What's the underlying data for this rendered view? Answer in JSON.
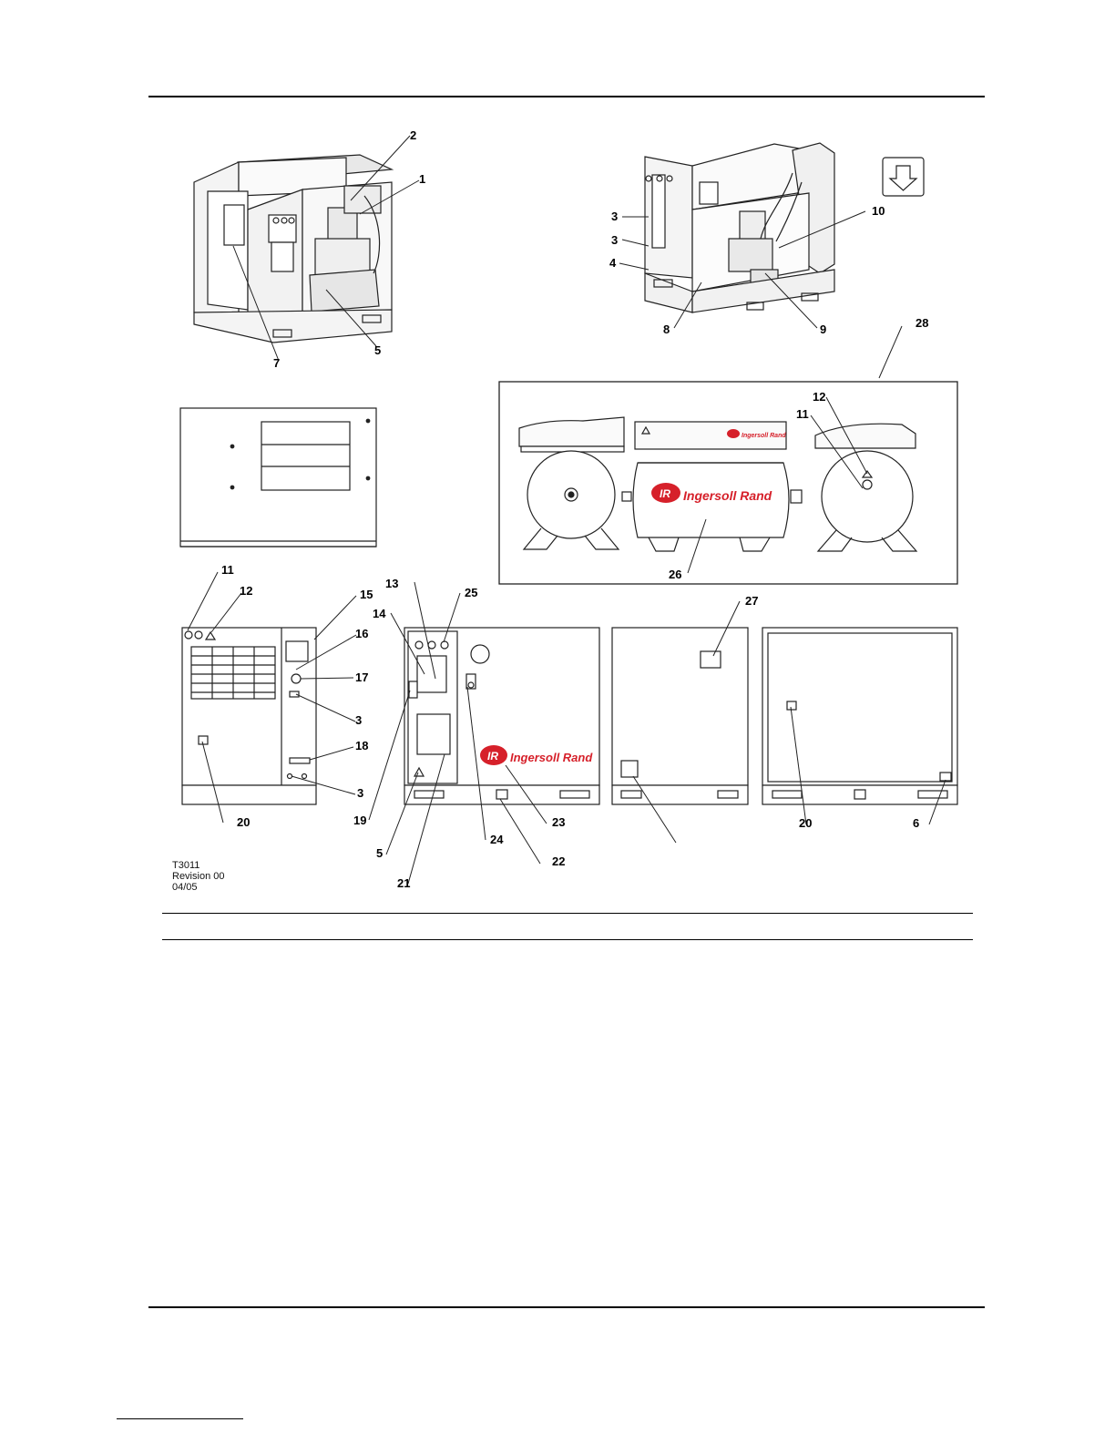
{
  "figure": {
    "callouts": [
      "1",
      "2",
      "3",
      "3",
      "4",
      "5",
      "7",
      "8",
      "9",
      "10",
      "28",
      "12",
      "11",
      "26",
      "11",
      "12",
      "15",
      "16",
      "17",
      "3",
      "18",
      "3",
      "20",
      "13",
      "14",
      "25",
      "19",
      "5",
      "21",
      "24",
      "22",
      "23",
      "27",
      "20",
      "6"
    ],
    "tank_callouts": [
      "12",
      "11",
      "26"
    ],
    "brand": {
      "name": "Ingersoll Rand",
      "mark": "IR",
      "color": "#d6202a"
    },
    "icons": [
      "down-arrow-icon",
      "warning-triangle-icon",
      "gauge-icon"
    ]
  },
  "revision_block": {
    "drawing_number": "T3011",
    "revision": "Revision 00",
    "date": "04/05"
  }
}
